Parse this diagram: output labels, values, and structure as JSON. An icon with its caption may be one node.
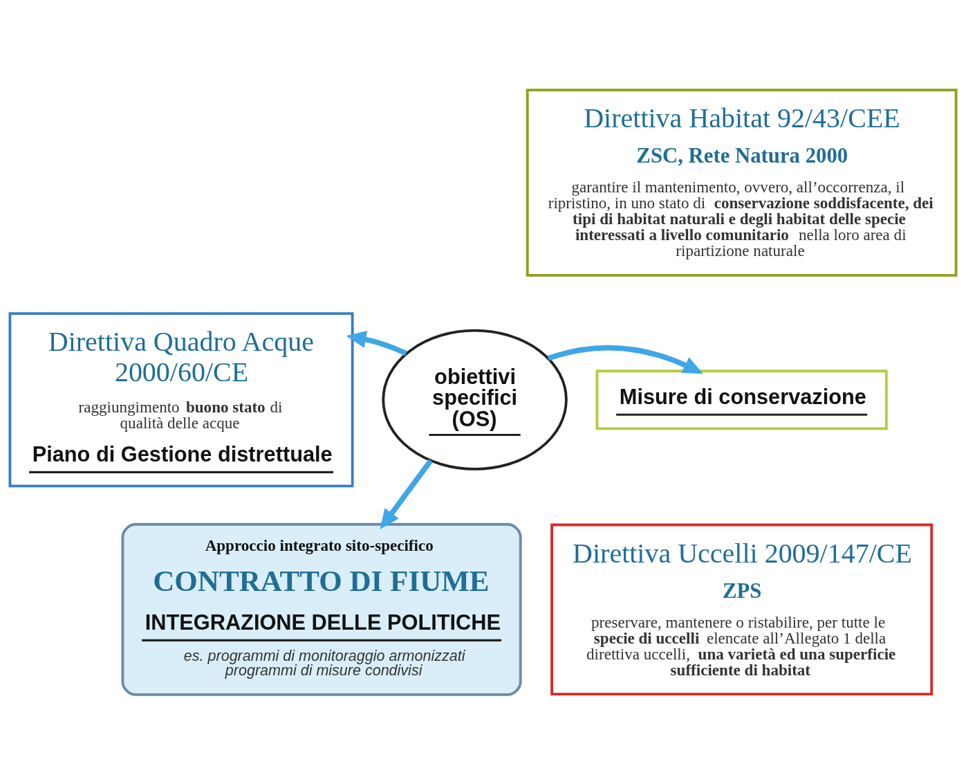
{
  "diagram": {
    "nodes": [
      {
        "text": [
          "Direttiva Quadro Acque 2000/60/CE",
          "raggiungimento **buono stato** di qualità delle acque",
          "Piano di Gestione distrettuale"
        ]
      },
      {
        "text": [
          "Direttiva Habitat 92/43/CEE",
          "ZSC, Rete Natura 2000",
          "garantire il mantenimento, ovvero, all’occorrenza, il ripristino, in uno stato di **conservazione soddisfacente, dei tipi di habitat naturali e degli habitat delle specie interessati a livello comunitario** nella loro area di ripartizione naturale"
        ]
      },
      {
        "text": [
          "Misure di conservazione"
        ]
      },
      {
        "text": [
          "Direttiva Uccelli 2009/147/CE",
          "ZPS",
          "preservare, mantenere o ristabilire, per tutte le **specie di uccelli** elencate all’Allegato 1 della direttiva uccelli, **una varietà ed una superficie sufficiente di habitat**"
        ]
      },
      {
        "text": [
          "obiettivi specifici (OS)"
        ]
      },
      {
        "text": [
          "Approccio integrato sito-specifico",
          "CONTRATTO DI FIUME",
          "INTEGRAZIONE DELLE POLITICHE",
          "es. programmi di monitoraggio armonizzati programmi di misure condivisi"
        ]
      }
    ],
    "edges": [
      {
        "from": 4,
        "to": 0,
        "arrow": "to"
      },
      {
        "from": 4,
        "to": 2,
        "arrow": "to"
      },
      {
        "from": 4,
        "to": 5,
        "arrow": "to"
      }
    ]
  }
}
